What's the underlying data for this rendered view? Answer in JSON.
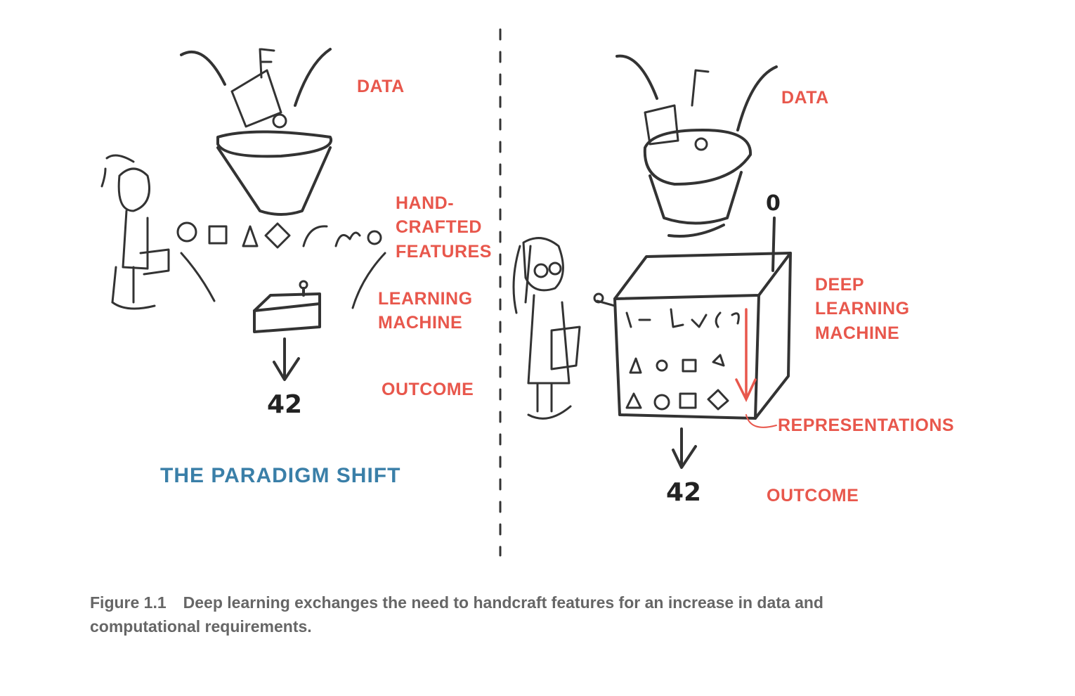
{
  "left_panel": {
    "data_label": "DATA",
    "features_label": [
      "HAND-",
      "CRAFTED",
      "FEATURES"
    ],
    "machine_label": [
      "LEARNING",
      "MACHINE"
    ],
    "outcome_label": "OUTCOME",
    "outcome_value": "42",
    "title": "THE PARADIGM SHIFT"
  },
  "right_panel": {
    "data_label": "DATA",
    "machine_label": [
      "DEEP",
      "LEARNING",
      "MACHINE"
    ],
    "representations_label": "REPRESENTATIONS",
    "outcome_label": "OUTCOME",
    "outcome_value": "42",
    "antenna_value": "0"
  },
  "caption": {
    "figure_number": "Figure 1.1",
    "text": "Deep learning exchanges the need to handcraft features for an increase in data and computational requirements."
  },
  "colors": {
    "label": "#e8574c",
    "title": "#3a7fa8",
    "ink": "#333333",
    "caption": "#666666"
  }
}
